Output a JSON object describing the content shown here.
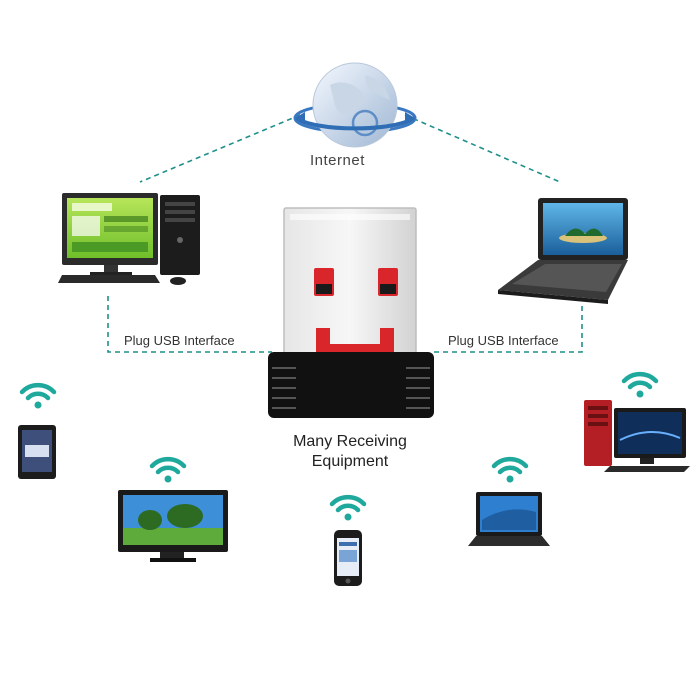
{
  "internet": {
    "label": "Internet"
  },
  "plug_left": {
    "label": "Plug USB Interface"
  },
  "plug_right": {
    "label": "Plug USB Interface"
  },
  "center_caption": {
    "line1": "Many Receiving",
    "line2": "Equipment"
  },
  "colors": {
    "dash": "#1f8f8a",
    "wifi": "#1fa89c",
    "usb_red": "#d9262a",
    "usb_black": "#111111"
  },
  "icons": [
    "globe-icon",
    "desktop-computer-icon",
    "laptop-icon",
    "usb-adapter-icon",
    "tablet-icon",
    "tv-monitor-icon",
    "smartphone-icon",
    "netbook-icon",
    "desktop-tower-icon",
    "wifi-icon"
  ]
}
